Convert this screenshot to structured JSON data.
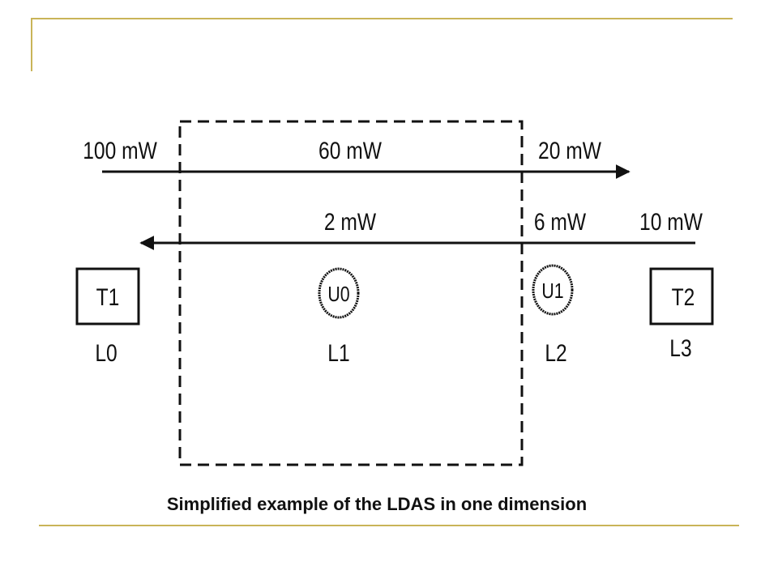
{
  "diagram": {
    "forward_powers": [
      "100 mW",
      "60 mW",
      "20 mW"
    ],
    "backward_powers": [
      "2 mW",
      "6 mW",
      "10 mW"
    ],
    "transmitters": [
      "T1",
      "T2"
    ],
    "users": [
      "U0",
      "U1"
    ],
    "locations": [
      "L0",
      "L1",
      "L2",
      "L3"
    ]
  },
  "caption": "Simplified example of the LDAS in one dimension",
  "colors": {
    "frame_accent": "#c9b458",
    "ink": "#111111"
  }
}
